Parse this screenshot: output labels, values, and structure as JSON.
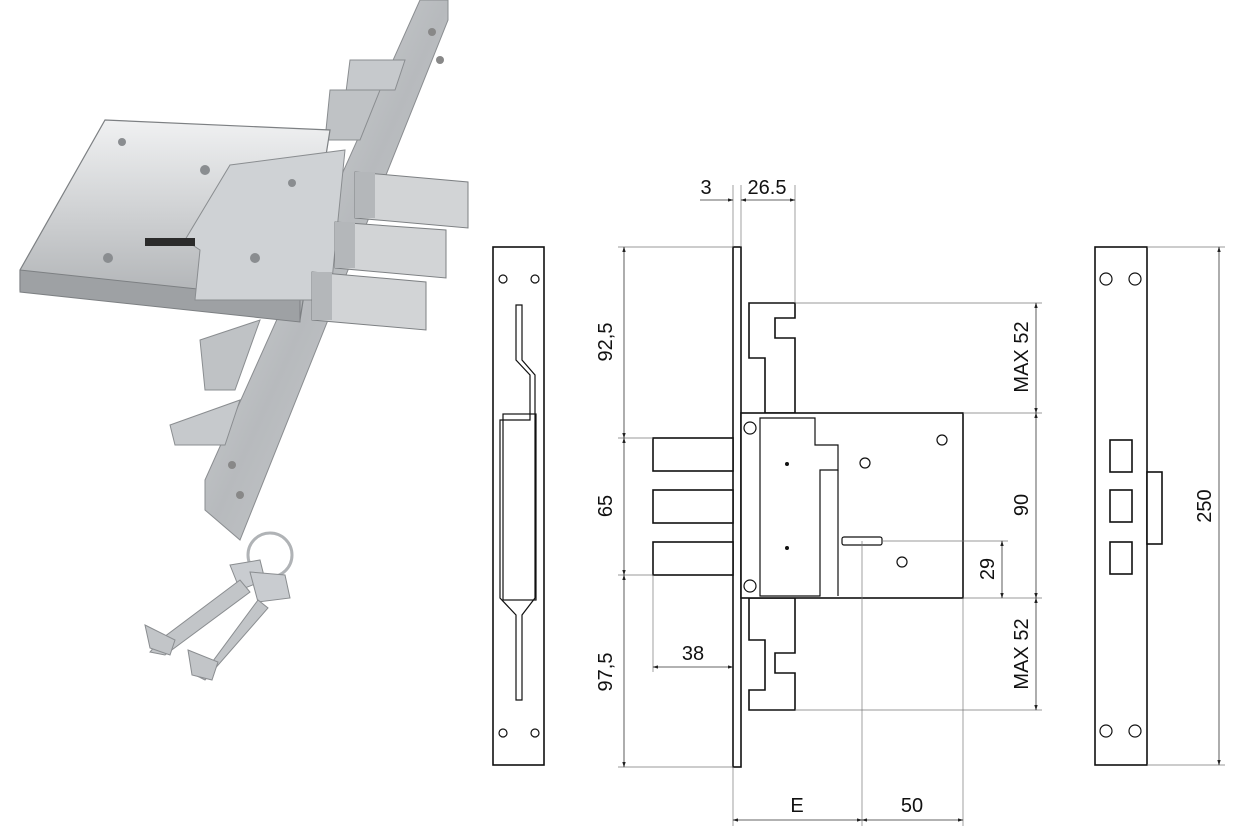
{
  "dimensions": {
    "top_offset": "3",
    "bolt_projection": "26.5",
    "upper_gap": "92,5",
    "bolt_span": "65",
    "lower_gap": "97,5",
    "bolt_length": "38",
    "upper_max": "MAX 52",
    "case_height": "90",
    "key_offset": "29",
    "lower_max": "MAX 52",
    "backset": "E",
    "backset_right": "50",
    "total_height": "250"
  }
}
